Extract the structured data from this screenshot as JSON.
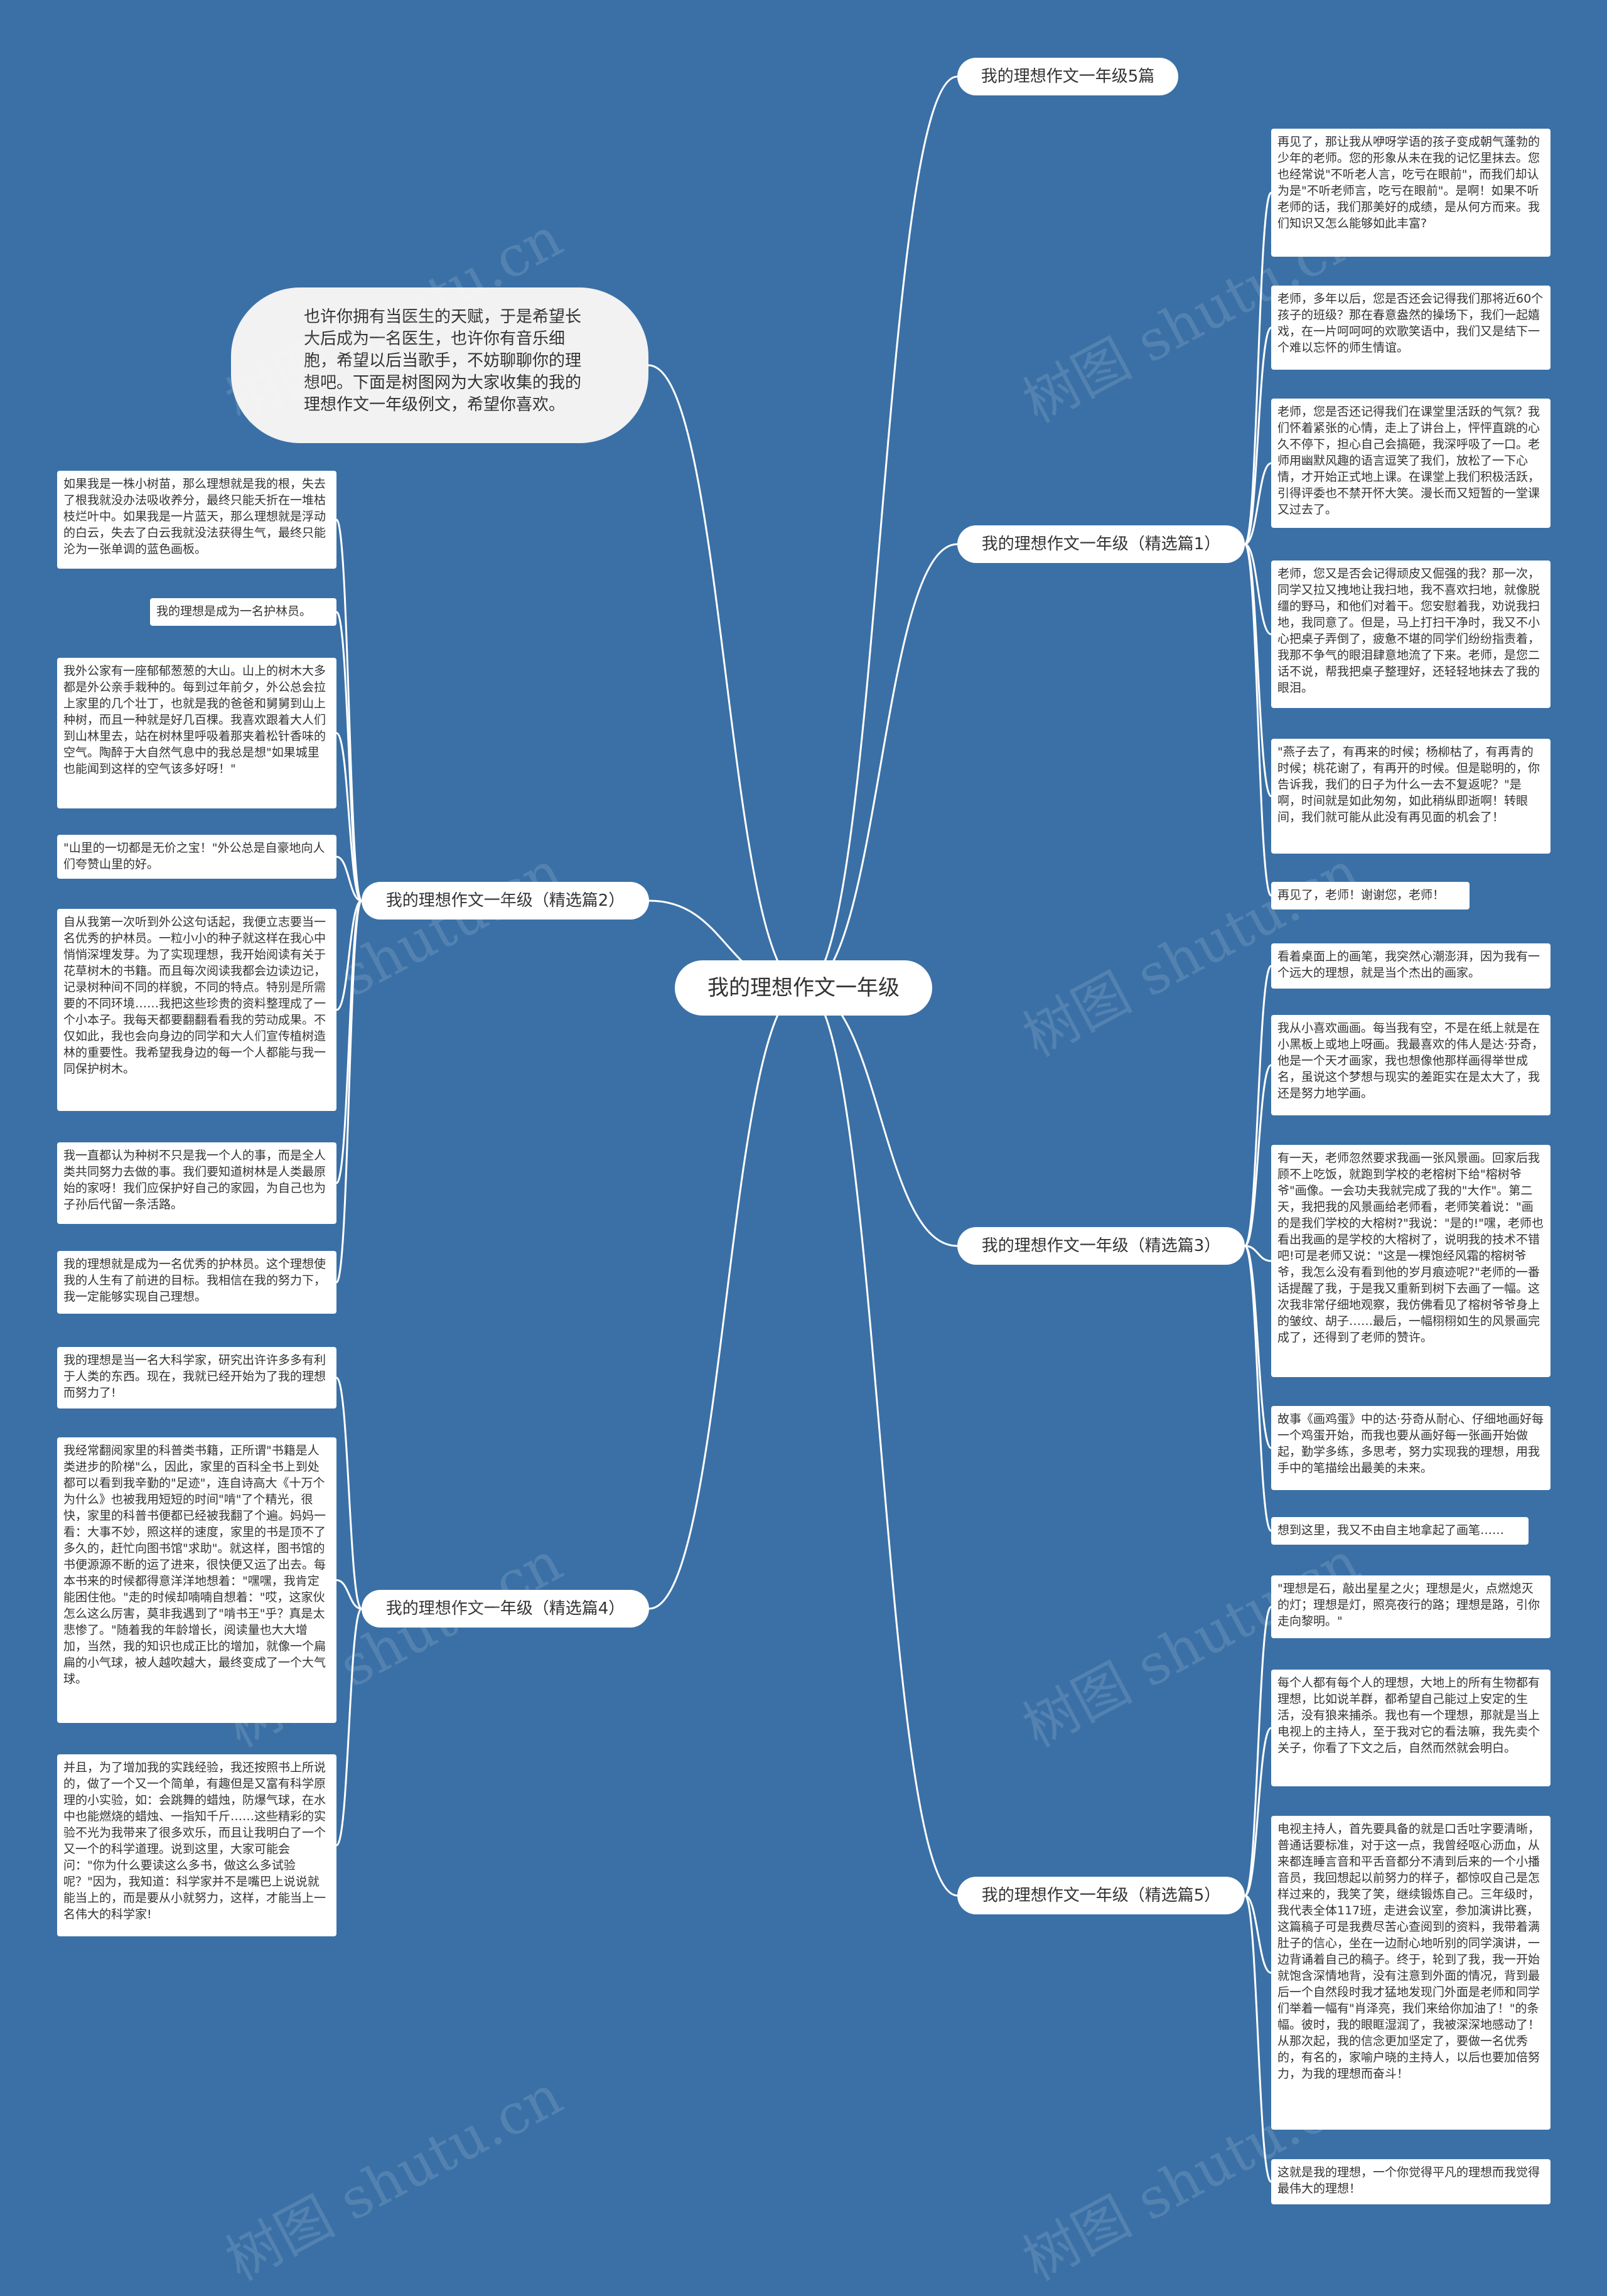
{
  "root": "我的理想作文一年级",
  "intro": "也许你拥有当医生的天赋，于是希望长大后成为一名医生，也许你有音乐细胞，希望以后当歌手，不妨聊聊你的理想吧。下面是树图网为大家收集的我的理想作文一年级例文，希望你喜欢。",
  "watermark": "树图 shutu.cn",
  "branches": [
    {
      "label": "我的理想作文一年级5篇",
      "leaves": []
    },
    {
      "label": "我的理想作文一年级（精选篇1）",
      "leaves": [
        "再见了，那让我从咿呀学语的孩子变成朝气蓬勃的少年的老师。您的形象从未在我的记忆里抹去。您也经常说\"不听老人言，吃亏在眼前\"，而我们却认为是\"不听老师言，吃亏在眼前\"。是啊！如果不听老师的话，我们那美好的成绩，是从何方而来。我们知识又怎么能够如此丰富?",
        "老师，多年以后，您是否还会记得我们那将近60个孩子的班级？那在春意盎然的操场下，我们一起嬉戏，在一片呵呵呵的欢歌笑语中，我们又是结下一个难以忘怀的师生情谊。",
        "老师，您是否还记得我们在课堂里活跃的气氛？我们怀着紧张的心情，走上了讲台上，怦怦直跳的心久不停下，担心自己会搞砸，我深呼吸了一口。老师用幽默风趣的语言逗笑了我们，放松了一下心情，才开始正式地上课。在课堂上我们积极活跃，引得评委也不禁开怀大笑。漫长而又短暂的一堂课又过去了。",
        "老师，您又是否会记得顽皮又倔强的我？那一次，同学又拉又拽地让我扫地，我不喜欢扫地，就像脱缰的野马，和他们对着干。您安慰着我，劝说我扫地，我同意了。但是，马上打扫干净时，我又不小心把桌子弄倒了，疲惫不堪的同学们纷纷指责着，我那不争气的眼泪肆意地流了下来。老师，是您二话不说，帮我把桌子整理好，还轻轻地抹去了我的眼泪。",
        "\"燕子去了，有再来的时候；杨柳枯了，有再青的时候；桃花谢了，有再开的时候。但是聪明的，你告诉我，我们的日子为什么一去不复返呢？\"是啊，时间就是如此匆匆，如此稍纵即逝啊！转眼间，我们就可能从此没有再见面的机会了！",
        "再见了，老师！谢谢您，老师！"
      ]
    },
    {
      "label": "我的理想作文一年级（精选篇2）",
      "leaves": [
        "如果我是一株小树苗，那么理想就是我的根，失去了根我就没办法吸收养分，最终只能夭折在一堆枯枝烂叶中。如果我是一片蓝天，那么理想就是浮动的白云，失去了白云我就没法获得生气，最终只能沦为一张单调的蓝色画板。",
        "我的理想是成为一名护林员。",
        "我外公家有一座郁郁葱葱的大山。山上的树木大多都是外公亲手栽种的。每到过年前夕，外公总会拉上家里的几个壮丁，也就是我的爸爸和舅舅到山上种树，而且一种就是好几百棵。我喜欢跟着大人们到山林里去，站在树林里呼吸着那夹着松针香味的空气。陶醉于大自然气息中的我总是想\"如果城里也能闻到这样的空气该多好呀！\"",
        "\"山里的一切都是无价之宝！\"外公总是自豪地向人们夸赞山里的好。",
        "自从我第一次听到外公这句话起，我便立志要当一名优秀的护林员。一粒小小的种子就这样在我心中悄悄深埋发芽。为了实现理想，我开始阅读有关于花草树木的书籍。而且每次阅读我都会边读边记，记录树种间不同的样貌，不同的特点。特别是所需要的不同环境……我把这些珍贵的资料整理成了一个小本子。我每天都要翻翻看看我的劳动成果。不仅如此，我也会向身边的同学和大人们宣传植树造林的重要性。我希望我身边的每一个人都能与我一同保护树木。",
        "我一直都认为种树不只是我一个人的事，而是全人类共同努力去做的事。我们要知道树林是人类最原始的家呀！我们应保护好自己的家园，为自己也为子孙后代留一条活路。",
        "我的理想就是成为一名优秀的护林员。这个理想使我的人生有了前进的目标。我相信在我的努力下，我一定能够实现自己理想。"
      ]
    },
    {
      "label": "我的理想作文一年级（精选篇3）",
      "leaves": [
        "看着桌面上的画笔，我突然心潮澎湃，因为我有一个远大的理想，就是当个杰出的画家。",
        "我从小喜欢画画。每当我有空，不是在纸上就是在小黑板上或地上呀画。我最喜欢的伟人是达·芬奇，他是一个天才画家，我也想像他那样画得举世成名，虽说这个梦想与现实的差距实在是太大了，我还是努力地学画。",
        "有一天，老师忽然要求我画一张风景画。回家后我顾不上吃饭，就跑到学校的老榕树下给\"榕树爷爷\"画像。一会功夫我就完成了我的\"大作\"。第二天，我把我的风景画给老师看，老师笑着说：\"画的是我们学校的大榕树?\"我说：\"是的!\"嘿，老师也看出我画的是学校的大榕树了，说明我的技术不错吧!可是老师又说：\"这是一棵饱经风霜的榕树爷爷，我怎么没有看到他的岁月痕迹呢?\"老师的一番话提醒了我，于是我又重新到树下去画了一幅。这次我非常仔细地观察，我仿佛看见了榕树爷爷身上的皱纹、胡子……最后，一幅栩栩如生的风景画完成了，还得到了老师的赞许。",
        "故事《画鸡蛋》中的达·芬奇从耐心、仔细地画好每一个鸡蛋开始，而我也要从画好每一张画开始做起，勤学多练，多思考，努力实现我的理想，用我手中的笔描绘出最美的未来。",
        "想到这里，我又不由自主地拿起了画笔……"
      ]
    },
    {
      "label": "我的理想作文一年级（精选篇4）",
      "leaves": [
        "我的理想是当一名大科学家，研究出许许多多有利于人类的东西。现在，我就已经开始为了我的理想而努力了!",
        "我经常翻阅家里的科普类书籍，正所谓\"书籍是人类进步的阶梯\"么，因此，家里的百科全书上到处都可以看到我辛勤的\"足迹\"，连自诗高大《十万个为什么》也被我用短短的时间\"啃\"了个精光，很快，家里的科普书便都已经被我翻了个遍。妈妈一看：大事不妙，照这样的速度，家里的书是顶不了多久的，赶忙向图书馆\"求助\"。就这样，图书馆的书便源源不断的运了进来，很快便又运了出去。每本书来的时候都得意洋洋地想着：\"嘿嘿，我肯定能困住他。\"走的时候却喃喃自想着：\"哎，这家伙怎么这么厉害，莫非我遇到了\"啃书王\"乎？真是太悲惨了。\"随着我的年龄增长，阅读量也大大增加，当然，我的知识也成正比的增加，就像一个扁扁的小气球，被人越吹越大，最终变成了一个大气球。",
        "并且，为了增加我的实践经验，我还按照书上所说的，做了一个又一个简单，有趣但是又富有科学原理的小实验，如：会跳舞的蜡烛，防爆气球，在水中也能燃烧的蜡烛、一指知千斤……这些精彩的实验不光为我带来了很多欢乐，而且让我明白了一个又一个的科学道理。说到这里，大家可能会问：\"你为什么要读这么多书，做这么多试验呢？\"因为，我知道：科学家并不是嘴巴上说说就能当上的，而是要从小就努力，这样，才能当上一名伟大的科学家!"
      ]
    },
    {
      "label": "我的理想作文一年级（精选篇5）",
      "leaves": [
        "\"理想是石，敲出星星之火；理想是火，点燃熄灭的灯；理想是灯，照亮夜行的路；理想是路，引你走向黎明。\"",
        "每个人都有每个人的理想，大地上的所有生物都有理想，比如说羊群，都希望自己能过上安定的生活，没有狼来捕杀。我也有一个理想，那就是当上电视上的主持人，至于我对它的看法嘛，我先卖个关子，你看了下文之后，自然而然就会明白。",
        "电视主持人，首先要具备的就是口舌吐字要清晰，普通话要标准，对于这一点，我曾经呕心沥血，从来都连睡言音和平舌音都分不清到后来的一个小播音员，我回想起以前努力的样子，都惊叹自己是怎样过来的，我笑了笑，继续锻炼自己。三年级时，我代表全体117班，走进会议室，参加演讲比赛，这篇稿子可是我费尽苦心查阅到的资料，我带着满肚子的信心，坐在一边耐心地听别的同学演讲，一边背诵着自己的稿子。终于，轮到了我，我一开始就饱含深情地背，没有注意到外面的情况，背到最后一个自然段时我才猛地发现门外面是老师和同学们举着一幅有\"肖泽亮，我们来给你加油了！\"的条幅。彼时，我的眼眶湿润了，我被深深地感动了！从那次起，我的信念更加坚定了，要做一名优秀的，有名的，家喻户晓的主持人，以后也要加倍努力，为我的理想而奋斗！",
        "这就是我的理想，一个你觉得平凡的理想而我觉得最伟大的理想！"
      ]
    }
  ]
}
